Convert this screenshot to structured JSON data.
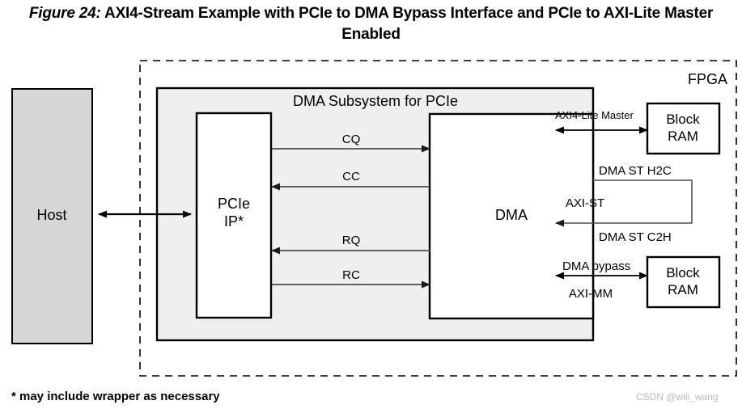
{
  "figure": {
    "number_label": "Figure 24:",
    "title": "AXI4-Stream Example with PCIe to DMA Bypass Interface and PCIe to AXI-Lite Master Enabled"
  },
  "colors": {
    "subsystem_fill": "#efefef",
    "host_fill": "#d6d6d6",
    "block_fill": "#ffffff",
    "stroke": "#000000",
    "arrow_gray": "#595959",
    "watermark": "#b9b9b9"
  },
  "diagram": {
    "boundary_label": "FPGA",
    "subsystem_label": "DMA Subsystem for PCIe",
    "blocks": {
      "host": "Host",
      "pcie_ip_line1": "PCIe",
      "pcie_ip_line2": "IP*",
      "dma": "DMA",
      "block_ram_top_line1": "Block",
      "block_ram_top_line2": "RAM",
      "block_ram_bottom_line1": "Block",
      "block_ram_bottom_line2": "RAM"
    },
    "interfaces": {
      "cq": "CQ",
      "cc": "CC",
      "rq": "RQ",
      "rc": "RC",
      "axi4_lite_master": "AXI4-Lite Master",
      "dma_st_h2c": "DMA ST H2C",
      "axi_st": "AXI-ST",
      "dma_st_c2h": "DMA ST C2H",
      "dma_bypass": "DMA bypass",
      "axi_mm": "AXI-MM"
    }
  },
  "footnote": "* may include wrapper as necessary",
  "watermark": "CSDN @wili_wang"
}
